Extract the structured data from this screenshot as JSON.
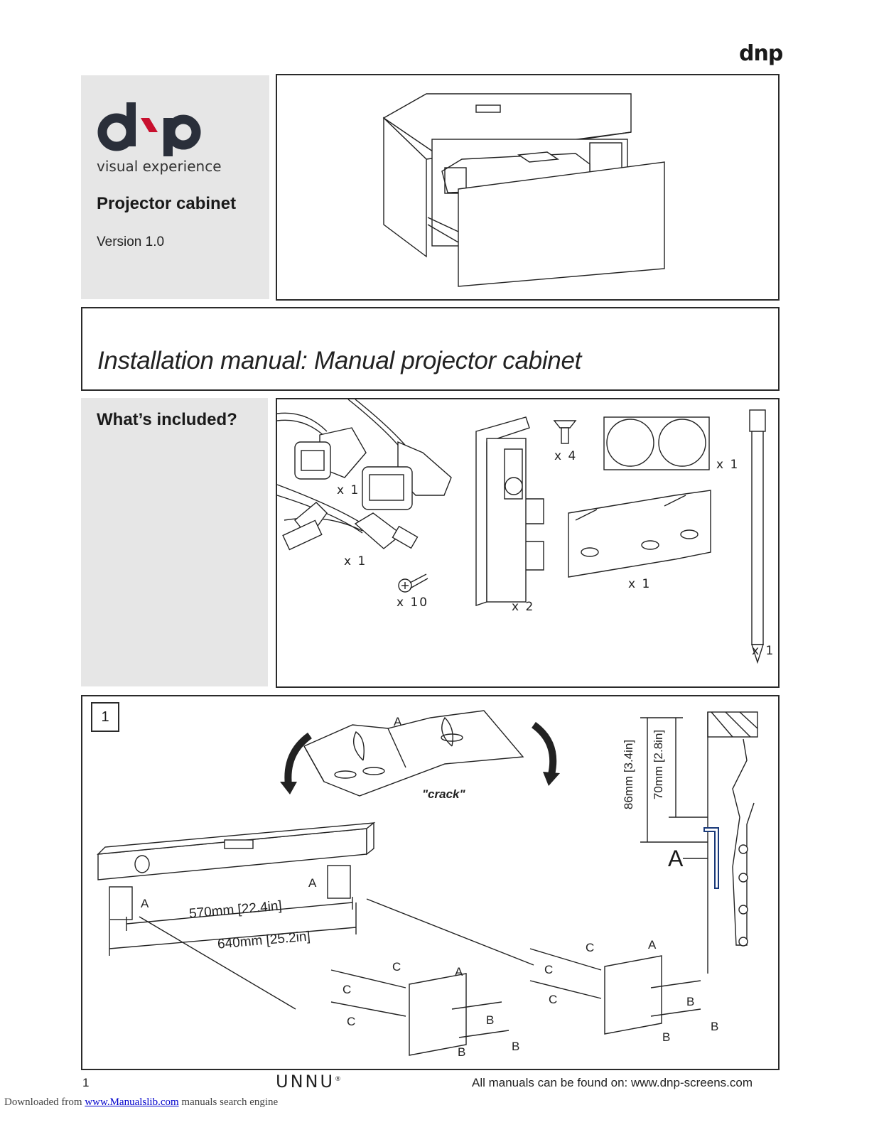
{
  "header": {
    "logo_small": "dnp"
  },
  "cover": {
    "brand": "dnp",
    "tagline": "visual experience",
    "product": "Projector cabinet",
    "version": "Version 1.0"
  },
  "title_section": {
    "title": "Installation manual: Manual projector cabinet"
  },
  "included": {
    "heading": "What’s included?",
    "items": {
      "power_cable_qty": "x 1",
      "hdmi_cable_qty": "x 1",
      "screws_qty": "x 10",
      "bolts_qty": "x 4",
      "rails_qty": "x 2",
      "pads_qty": "x 1",
      "bracket_qty": "x 1",
      "cable_tie_qty": "x 1"
    }
  },
  "step1": {
    "number": "1",
    "crack_label": "\"crack\"",
    "label_a": "A",
    "label_b": "B",
    "label_c": "C",
    "dim_570": "570mm [22.4in]",
    "dim_640": "640mm [25.2in]",
    "dim_86": "86mm [3.4in]",
    "dim_70": "70mm [2.8in]"
  },
  "footer": {
    "page": "1",
    "brand": "UNNU",
    "registered": "®",
    "note": "All manuals can be found on: www.dnp-screens.com"
  },
  "download": {
    "prefix": "Downloaded from ",
    "link": "www.Manualslib.com",
    "suffix": " manuals search engine"
  },
  "colors": {
    "brand_red": "#c8102e",
    "brand_dark": "#2a2f3a",
    "panel_grey": "#e6e6e6"
  }
}
